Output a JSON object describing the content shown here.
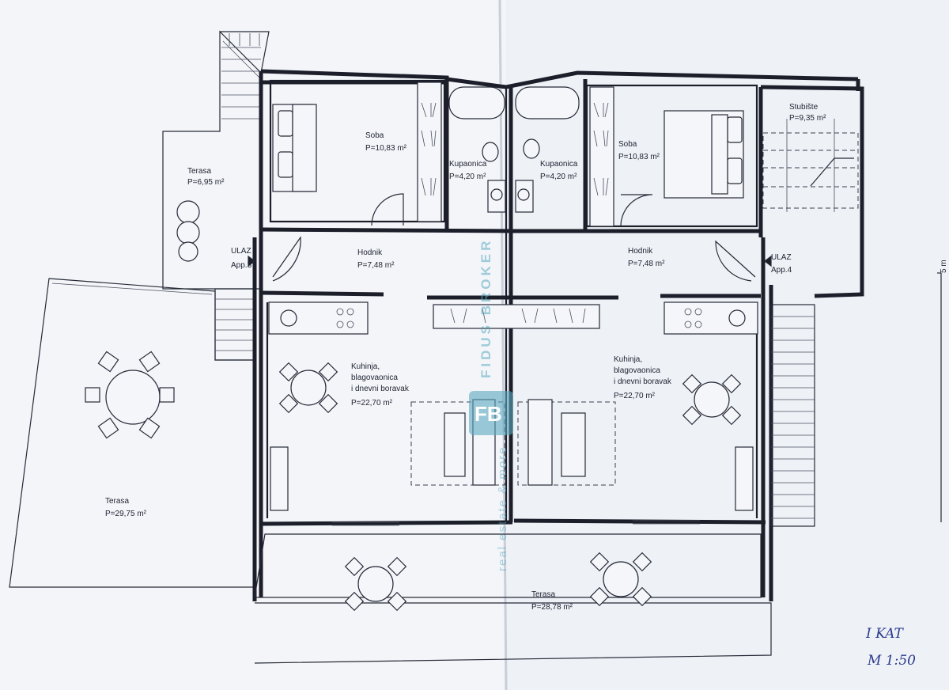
{
  "rooms": {
    "terrace_small": {
      "name": "Terasa",
      "area": "P=6,95 m²"
    },
    "soba_left": {
      "name": "Soba",
      "area": "P=10,83 m²"
    },
    "kupaonica_left": {
      "name": "Kupaonica",
      "area": "P=4,20 m²"
    },
    "kupaonica_right": {
      "name": "Kupaonica",
      "area": "P=4,20 m²"
    },
    "soba_right": {
      "name": "Soba",
      "area": "P=10,83 m²"
    },
    "stubiste": {
      "name": "Stubište",
      "area": "P=9,35 m²"
    },
    "ulaz_left": {
      "name": "ULAZ",
      "app": "App.3"
    },
    "ulaz_right": {
      "name": "ULAZ",
      "app": "App.4"
    },
    "hodnik_left": {
      "name": "Hodnik",
      "area": "P=7,48 m²"
    },
    "hodnik_right": {
      "name": "Hodnik",
      "area": "P=7,48 m²"
    },
    "kuhinja_left": {
      "line1": "Kuhinja,",
      "line2": "blagovaonica",
      "line3": "i dnevni boravak",
      "area": "P=22,70 m²"
    },
    "kuhinja_right": {
      "line1": "Kuhinja,",
      "line2": "blagovaonica",
      "line3": "i dnevni boravak",
      "area": "P=22,70 m²"
    },
    "terrace_large": {
      "name": "Terasa",
      "area": "P=29,75 m²"
    },
    "terrace_bottom": {
      "name": "Terasa",
      "area": "P=28,78 m²"
    }
  },
  "scale_bar": {
    "label": "5 m"
  },
  "handwritten": {
    "floor": "I KAT",
    "scale": "M 1:50"
  },
  "watermark": {
    "logo": "FB",
    "name": "FIDUS BROKER",
    "tagline": "real estate & more"
  },
  "colors": {
    "paper": "#f3f5f9",
    "ink": "#1c1f2a",
    "watermark": "#5aa9bf",
    "handwriting": "#2a3a8c"
  }
}
